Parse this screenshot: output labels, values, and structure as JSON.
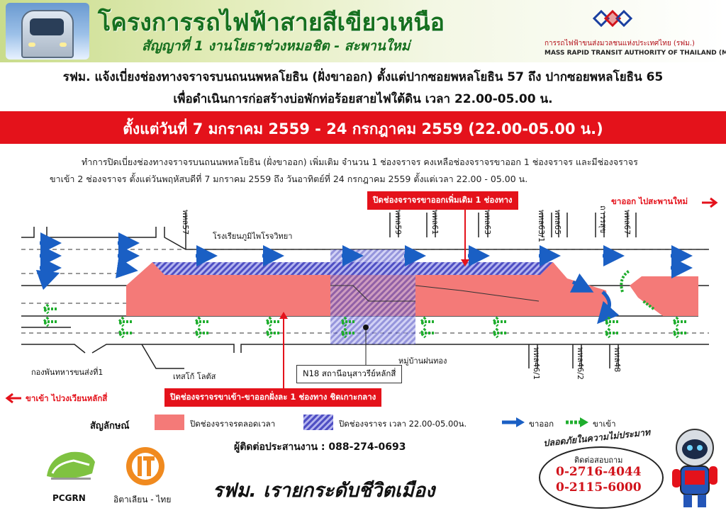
{
  "header": {
    "title": "โครงการรถไฟฟ้าสายสีเขียวเหนือ",
    "subtitle": "สัญญาที่ 1 งานโยธาช่วงหมอชิต - สะพานใหม่",
    "agency_th": "การรถไฟฟ้าขนส่งมวลชนแห่งประเทศไทย (รฟม.)",
    "agency_en": "MASS RAPID TRANSIT AUTHORITY OF THAILAND (MRTA)"
  },
  "notice": {
    "line1": "รฟม. แจ้งเบี่ยงช่องทางจราจรบนถนนพหลโยธิน (ฝั่งขาออก) ตั้งแต่ปากซอยพหลโยธิน 57 ถึง ปากซอยพหลโยธิน 65",
    "line2": "เพื่อดำเนินการก่อสร้างบ่อพักท่อร้อยสายไฟใต้ดิน เวลา 22.00-05.00 น.",
    "period": "ตั้งแต่วันที่ 7 มกราคม 2559 - 24 กรกฎาคม 2559 (22.00-05.00 น.)",
    "desc1": "ทำการปิดเบี่ยงช่องทางจราจรบนถนนพหลโยธิน (ฝั่งขาออก) เพิ่มเติม จำนวน 1 ช่องจราจร คงเหลือช่องจราจรขาออก 1 ช่องจราจร และมีช่องจราจร",
    "desc2": "ขาเข้า 2 ช่องจราจร ตั้งแต่วันพฤหัสบดีที่ 7 มกราคม 2559 ถึง วันอาทิตย์ที่ 24 กรกฎาคม 2559 ตั้งแต่เวลา 22.00 - 05.00 น."
  },
  "map": {
    "callout_top": "ปิดช่องจราจรขาออกเพิ่มเติม 1 ช่องทาง",
    "callout_bottom": "ปิดช่องจราจรขาเข้า-ขาออกฝั่งละ 1 ช่องทาง ชิดเกาะกลาง",
    "direction_out": "ขาออก ไปสะพานใหม่",
    "direction_in": "ขาเข้า ไปวงเวียนหลักสี่",
    "places": {
      "school": "โรงเรียนภูมิไพโรจวิทยา",
      "army": "กองพันทหารขนส่งที่1",
      "tesco": "เทสโก้ โลตัส",
      "village": "หมู่บ้านฝนทอง",
      "station": "N18 สถานีอนุสาวรีย์หลักสี่"
    },
    "soi_top": [
      "พหล57",
      "พหล59",
      "พหล61",
      "พหล63",
      "พหล63/1",
      "พหล65",
      "ถาวรสุข",
      "พหล67"
    ],
    "soi_bottom": [
      "พหล46/1",
      "พหล46/2",
      "พหล48"
    ]
  },
  "legend": {
    "label": "สัญลักษณ์",
    "full_time": "ปิดช่องจราจรตลอดเวลา",
    "night_time": "ปิดช่องจราจร เวลา 22.00-05.00น.",
    "outbound": "ขาออก",
    "inbound": "ขาเข้า",
    "colors": {
      "full_time": "#f47a78",
      "night_hatch": "#4f4fc4",
      "outbound_arrow": "#1a5fc4",
      "inbound_arrow": "#1fae2e"
    }
  },
  "footer": {
    "contact": "ผู้ติดต่อประสานงาน : 088-274-0693",
    "slogan": "รฟม. เรายกระดับชีวิตเมือง",
    "pcgrn": "PCGRN",
    "itd": "อิตาเลียน - ไทย",
    "safety": "ปลอดภัยในความไม่ประมาท",
    "inquiry": "ติดต่อสอบถาม",
    "phone1": "0-2716-4044",
    "phone2": "0-2115-6000"
  }
}
